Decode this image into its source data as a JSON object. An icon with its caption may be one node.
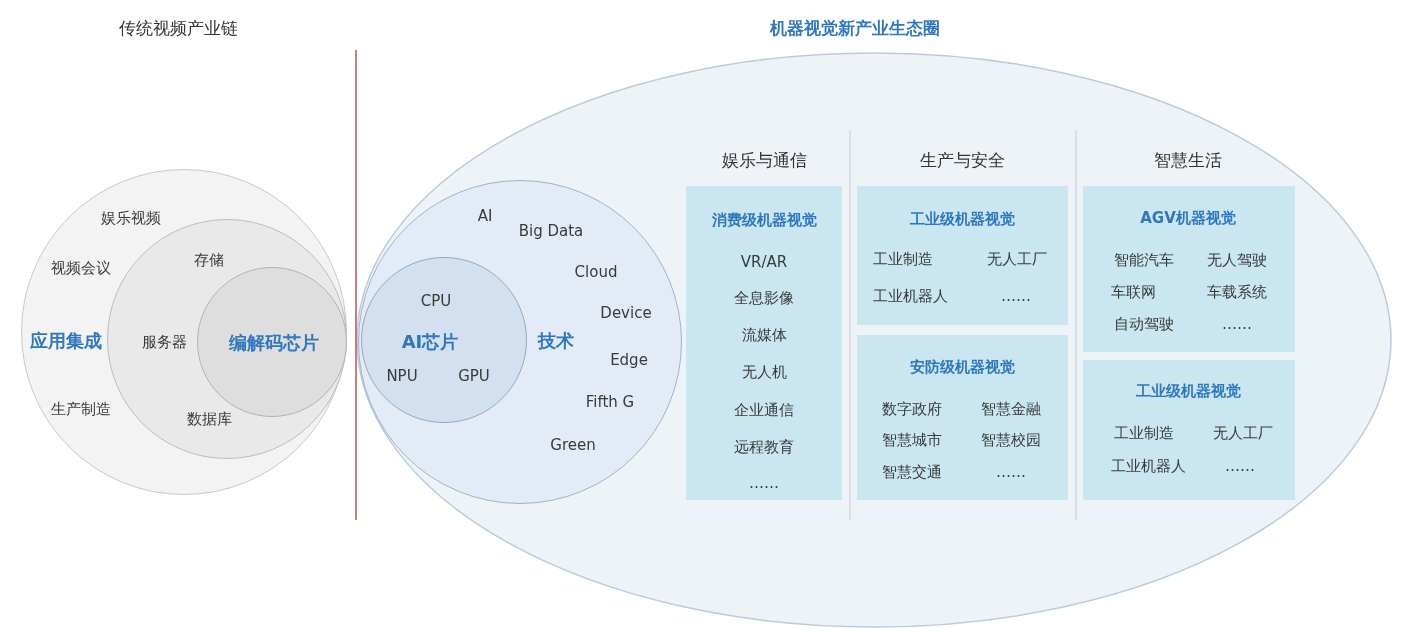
{
  "diagram": {
    "nodes": [
      {
        "text": [
          "娱乐视频",
          "视频会议",
          "应用集成",
          "生产制造"
        ]
      },
      {
        "text": [
          "存储",
          "服务器",
          "数据库"
        ],
        "in": 0
      },
      {
        "text": [
          "编解码芯片"
        ],
        "in": 1
      },
      {
        "text": [],
        "shape": "ellipse"
      },
      {
        "text": [
          "AI",
          "Big Data",
          "Cloud",
          "Device",
          "技术",
          "Edge",
          "Fifth G",
          "Green"
        ],
        "in": 3
      },
      {
        "text": [
          "CPU",
          "AI芯片",
          "NPU",
          "GPU"
        ],
        "in": 4
      },
      {
        "text": [
          "消费级机器视觉",
          "VR/AR",
          "全息影像",
          "流媒体",
          "无人机",
          "企业通信",
          "远程教育",
          "……"
        ],
        "in": 3
      },
      {
        "text": [
          "工业级机器视觉",
          "工业制造",
          "无人工厂",
          "工业机器人",
          "……"
        ],
        "in": 3
      },
      {
        "text": [
          "安防级机器视觉",
          "数字政府",
          "智慧金融",
          "智慧城市",
          "智慧校园",
          "智慧交通",
          "……"
        ],
        "in": 3
      },
      {
        "text": [
          "AGV机器视觉",
          "智能汽车",
          "无人驾驶",
          "车联网",
          "车载系统",
          "自动驾驶",
          "……"
        ],
        "in": 3
      },
      {
        "text": [
          "工业级机器视觉",
          "工业制造",
          "无人工厂",
          "工业机器人",
          "……"
        ],
        "in": 3
      }
    ],
    "edges": [],
    "labels": [
      "传统视频产业链",
      "机器视觉新产业生态圈",
      "娱乐与通信",
      "生产与安全",
      "智慧生活"
    ]
  }
}
